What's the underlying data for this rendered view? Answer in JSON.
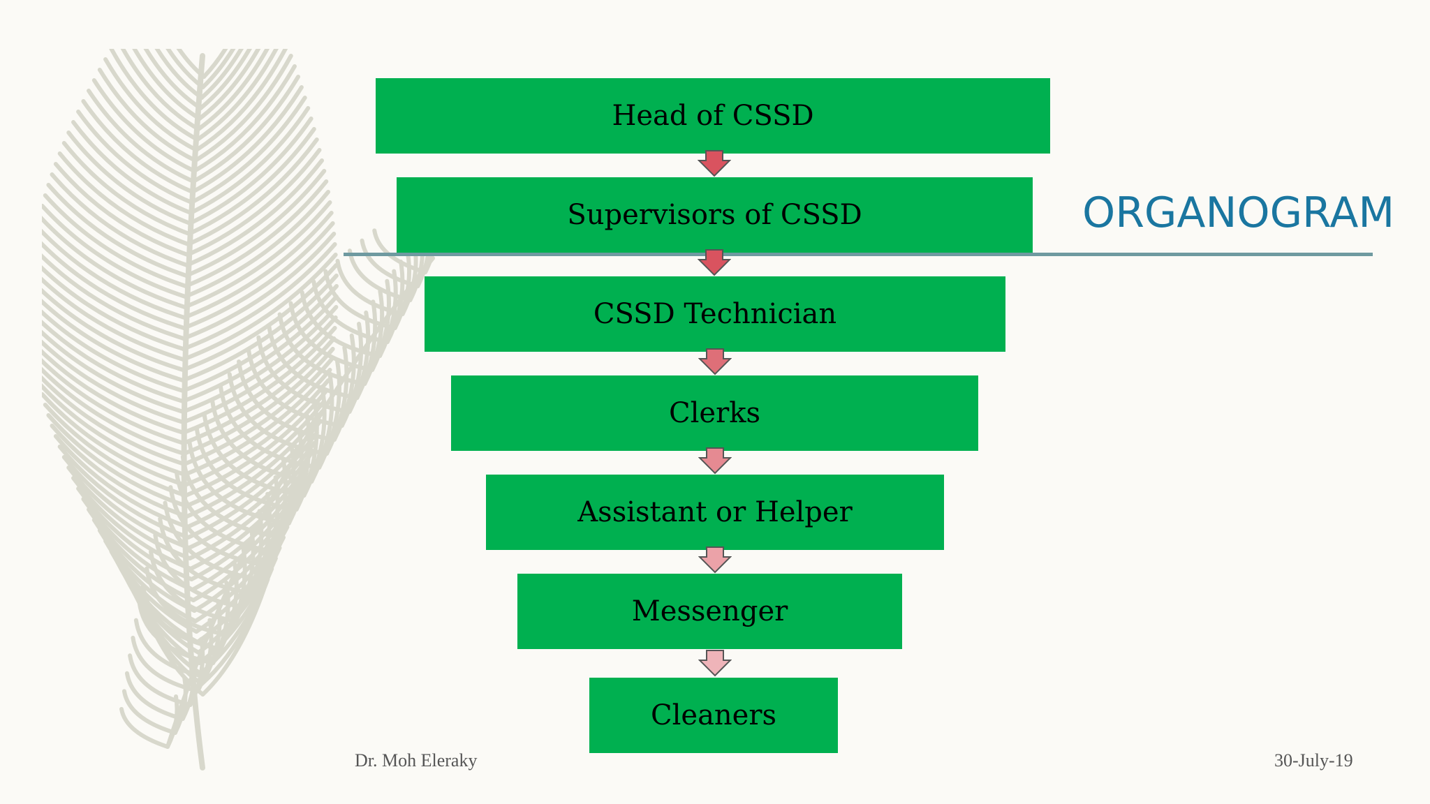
{
  "slide": {
    "title": "ORGANOGRAM",
    "footer_left": "Dr. Moh Eleraky",
    "footer_right": "30-July-19"
  },
  "chart": {
    "levels": [
      {
        "label": "Head of CSSD"
      },
      {
        "label": "Supervisors of CSSD"
      },
      {
        "label": "CSSD Technician"
      },
      {
        "label": "Clerks"
      },
      {
        "label": "Assistant or Helper"
      },
      {
        "label": "Messenger"
      },
      {
        "label": "Cleaners"
      }
    ]
  },
  "colors": {
    "box": "#00b050",
    "title": "#1a76a0",
    "rule": "#6f9aa0",
    "arrow_fill": "#d9535f"
  },
  "decor": {
    "background_icon": "feather-icon"
  }
}
